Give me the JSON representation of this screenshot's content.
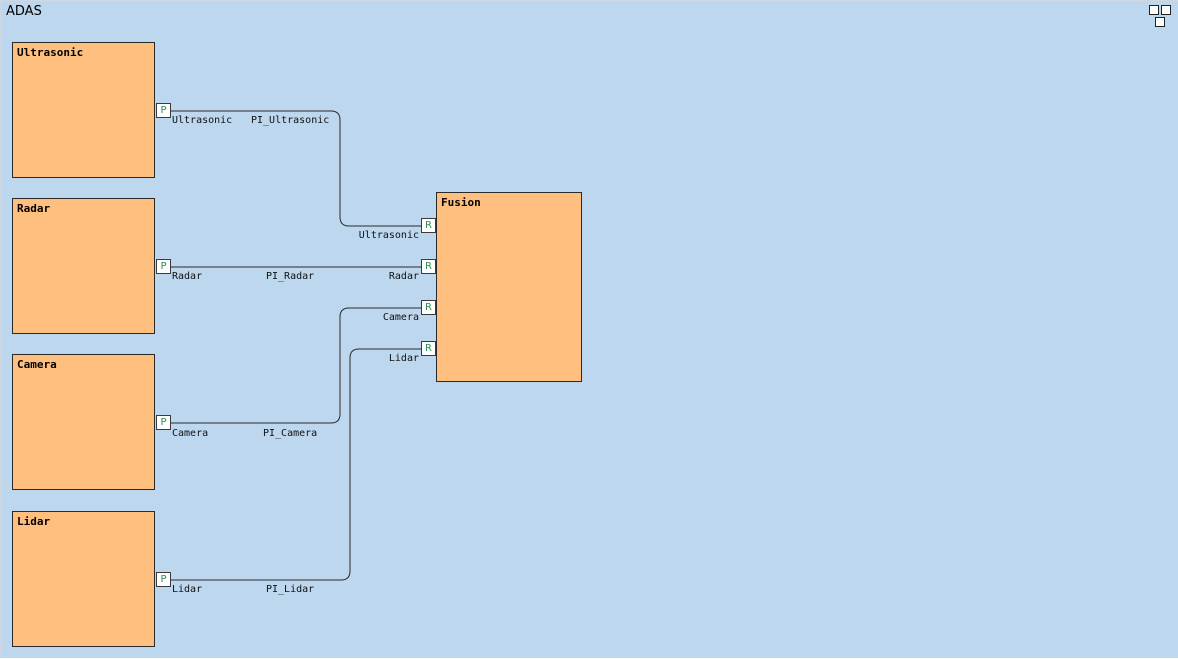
{
  "diagram": {
    "title": "ADAS",
    "components": [
      {
        "id": "ultrasonic",
        "name": "Ultrasonic",
        "port_type": "P",
        "port_name": "Ultrasonic",
        "interface": "PI_Ultrasonic"
      },
      {
        "id": "radar",
        "name": "Radar",
        "port_type": "P",
        "port_name": "Radar",
        "interface": "PI_Radar"
      },
      {
        "id": "camera",
        "name": "Camera",
        "port_type": "P",
        "port_name": "Camera",
        "interface": "PI_Camera"
      },
      {
        "id": "lidar",
        "name": "Lidar",
        "port_type": "P",
        "port_name": "Lidar",
        "interface": "PI_Lidar"
      }
    ],
    "fusion": {
      "name": "Fusion",
      "ports": [
        {
          "type": "R",
          "name": "Ultrasonic"
        },
        {
          "type": "R",
          "name": "Radar"
        },
        {
          "type": "R",
          "name": "Camera"
        },
        {
          "type": "R",
          "name": "Lidar"
        }
      ]
    },
    "colors": {
      "background": "#bdd7ee",
      "component_fill": "#ffbf7f",
      "port_letter": "#2e8b57",
      "wire": "#2a2a2a"
    }
  }
}
